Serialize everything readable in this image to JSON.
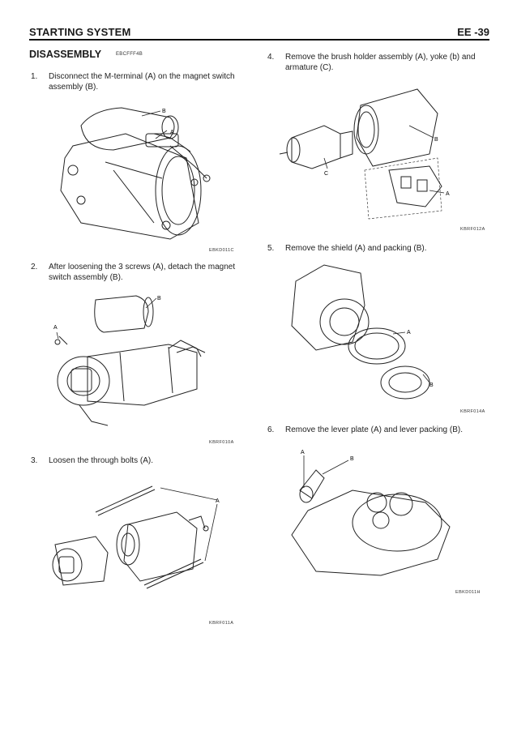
{
  "header": {
    "title": "STARTING SYSTEM",
    "page": "EE -39"
  },
  "section": {
    "title": "DISASSEMBLY",
    "code": "EBCFFF4B"
  },
  "steps": [
    {
      "num": "1.",
      "line1": "Disconnect the M-terminal (A) on the magnet switch",
      "line2": "assembly (B).",
      "fig_code": "EBKD011C",
      "labels": [
        "B",
        "A"
      ]
    },
    {
      "num": "2.",
      "line1": "After loosening the 3 screws (A), detach the magnet",
      "line2": "switch assembly (B).",
      "fig_code": "KBRF010A",
      "labels": [
        "B",
        "A"
      ]
    },
    {
      "num": "3.",
      "line1": "Loosen the through bolts (A).",
      "line2": "",
      "fig_code": "KBRF011A",
      "labels": [
        "A"
      ]
    },
    {
      "num": "4.",
      "line1": "Remove the brush holder assembly (A), yoke (b) and",
      "line2": "armature (C).",
      "fig_code": "KBRF012A",
      "labels": [
        "B",
        "C",
        "A"
      ]
    },
    {
      "num": "5.",
      "line1": "Remove the shield (A) and packing (B).",
      "line2": "",
      "fig_code": "KBRF014A",
      "labels": [
        "A",
        "B"
      ]
    },
    {
      "num": "6.",
      "line1": "Remove the lever plate (A) and lever packing (B).",
      "line2": "",
      "fig_code": "EBKD011H",
      "labels": [
        "A",
        "B"
      ]
    }
  ]
}
